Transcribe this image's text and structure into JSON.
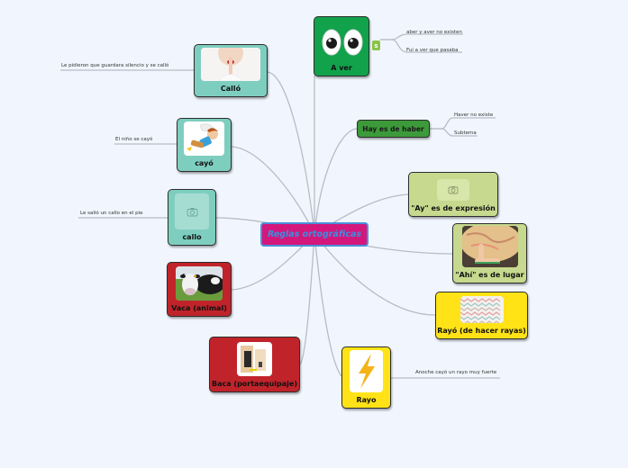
{
  "central_topic": {
    "label": "Reglas ortográficas",
    "bg_color": "#d3177c",
    "text_color": "#3a8fe0"
  },
  "nodes": [
    {
      "id": "a-ver",
      "label": "A ver",
      "color": "#12a24b",
      "image": "eyes-image",
      "marker": "shopify-bag-icon",
      "subtopics": [
        "aber y aver no existen",
        "Fui a ver que pasaba"
      ]
    },
    {
      "id": "hay",
      "label": "Hay es de haber",
      "color": "#3d9a3a",
      "subtopics": [
        "Haver no existe",
        "Subtema"
      ]
    },
    {
      "id": "ay",
      "label": "\"Ay\" es de expresión",
      "color": "#c7d98e",
      "image": "camera-placeholder"
    },
    {
      "id": "ahi",
      "label": "\"Ahí\" es de lugar",
      "color": "#c7d98e",
      "image": "globe-pointing-image"
    },
    {
      "id": "rayo-rayas",
      "label": "Rayó (de hacer rayas)",
      "color": "#ffe316",
      "image": "zigzag-pattern-image"
    },
    {
      "id": "rayo",
      "label": "Rayo",
      "color": "#ffe316",
      "image": "lightning-image",
      "subtopics": [
        "Anoche cayó un rayo muy fuerte"
      ]
    },
    {
      "id": "baca",
      "label": "Baca (portaequipaje)",
      "color": "#c0242a",
      "image": "van-interior-image"
    },
    {
      "id": "vaca",
      "label": "Vaca (animal)",
      "color": "#c0242a",
      "image": "cow-image"
    },
    {
      "id": "callo",
      "label": "callo",
      "color": "#7ecec0",
      "image": "camera-placeholder",
      "subtopics": [
        "Le salió un callo en el pie"
      ]
    },
    {
      "id": "cayo",
      "label": "cayó",
      "color": "#7ecec0",
      "image": "falling-boy-image",
      "subtopics": [
        "El niño se cayó"
      ]
    },
    {
      "id": "callo-silencio",
      "label": "Calló",
      "color": "#7ecec0",
      "image": "silence-gesture-image",
      "subtopics": [
        "Le pidieron que guardara silencio y se calló"
      ]
    }
  ],
  "colors": {
    "background": "#f1f6fe",
    "connector": "#b8bcc4"
  }
}
